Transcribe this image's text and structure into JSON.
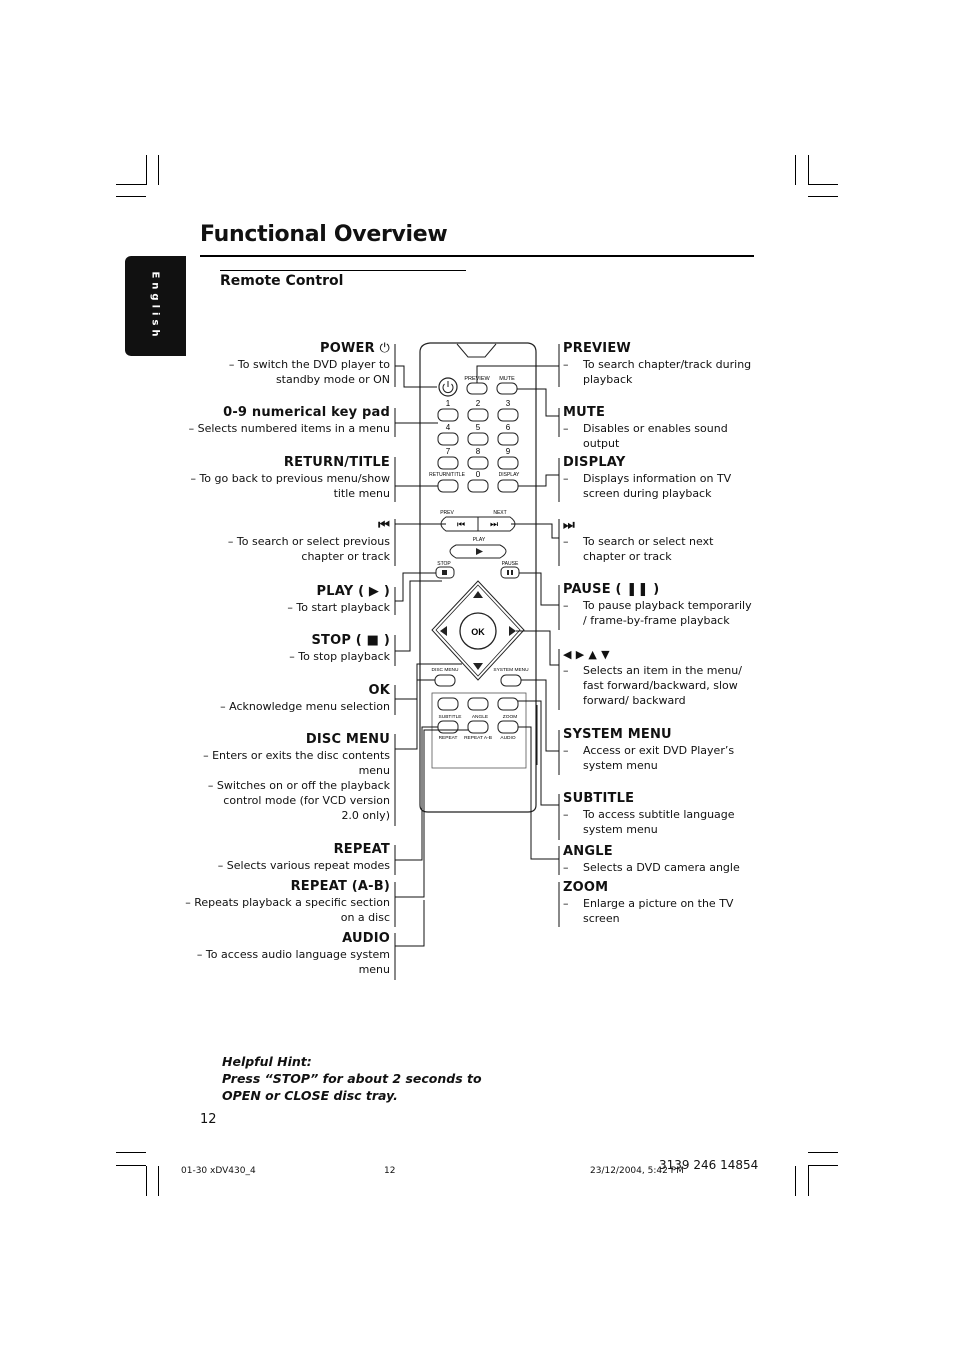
{
  "page": {
    "title": "Functional Overview",
    "section": "Remote Control",
    "language_tab": "English",
    "page_number": "12",
    "part_number": "3139 246 14854",
    "footer": {
      "left": "01-30 xDV430_4",
      "center": "12",
      "right": "23/12/2004, 5:42 PM"
    },
    "hint": {
      "title": "Helpful Hint:",
      "line1": "Press “STOP”  for about 2 seconds to",
      "line2": "OPEN or CLOSE disc tray."
    }
  },
  "left_labels": {
    "power": {
      "title": "POWER",
      "desc1": "– To switch the DVD player to",
      "desc2": "standby mode or ON"
    },
    "keypad": {
      "title": "0-9 numerical key pad",
      "desc1": "– Selects numbered items in a menu"
    },
    "return": {
      "title": "RETURN/TITLE",
      "desc1": "– To go back to previous menu/show",
      "desc2": "title menu"
    },
    "prev": {
      "title": "⏮",
      "desc1": "– To search or select previous",
      "desc2": "chapter or track"
    },
    "play": {
      "title": "PLAY ( ▶ )",
      "desc1": "– To start playback"
    },
    "stop": {
      "title": "STOP ( ■ )",
      "desc1": "– To stop playback"
    },
    "ok": {
      "title": "OK",
      "desc1": "– Acknowledge menu selection"
    },
    "disc_menu": {
      "title": "DISC MENU",
      "desc1": "– Enters or exits the disc contents",
      "desc2": "menu",
      "desc3": "– Switches on or off the playback",
      "desc4": "control mode (for VCD version",
      "desc5": "2.0 only)"
    },
    "repeat": {
      "title": "REPEAT",
      "desc1": "– Selects various repeat modes"
    },
    "repeat_ab": {
      "title": "REPEAT (A-B)",
      "desc1": "– Repeats playback a specific section",
      "desc2": "on a disc"
    },
    "audio": {
      "title": "AUDIO",
      "desc1": "– To access audio language system",
      "desc2": "menu"
    }
  },
  "right_labels": {
    "preview": {
      "title": "PREVIEW",
      "desc": "To search chapter/track during playback"
    },
    "mute": {
      "title": "MUTE",
      "desc": "Disables or enables sound output"
    },
    "display": {
      "title": "DISPLAY",
      "desc": "Displays information on TV screen during playback"
    },
    "next": {
      "title": "⏭",
      "desc": "To search or select next chapter or track"
    },
    "pause": {
      "title": "PAUSE ( ❚❚ )",
      "desc": "To pause playback temporarily / frame-by-frame playback"
    },
    "arrows": {
      "title": "◀ ▶ ▲ ▼",
      "desc": "Selects an item in the menu/ fast forward/backward, slow forward/ backward"
    },
    "system_menu": {
      "title": "SYSTEM MENU",
      "desc": "Access or exit DVD Player’s system menu"
    },
    "subtitle": {
      "title": "SUBTITLE",
      "desc": "To access subtitle language system menu"
    },
    "angle": {
      "title": "ANGLE",
      "desc": "Selects a DVD camera angle"
    },
    "zoom": {
      "title": "ZOOM",
      "desc": "Enlarge a picture on the TV screen"
    }
  },
  "remote": {
    "preview": "PREVIEW",
    "mute": "MUTE",
    "digits": [
      "1",
      "2",
      "3",
      "4",
      "5",
      "6",
      "7",
      "8",
      "9",
      "0"
    ],
    "return_title": "RETURN/TITLE",
    "display": "DISPLAY",
    "prev": "PREV",
    "next": "NEXT",
    "play": "PLAY",
    "stop": "STOP",
    "pause": "PAUSE",
    "ok": "OK",
    "disc_menu": "DISC MENU",
    "system_menu": "SYSTEM MENU",
    "subtitle": "SUBTITLE",
    "angle": "ANGLE",
    "zoom": "ZOOM",
    "repeat": "REPEAT",
    "repeat_ab": "REPEAT A-B",
    "audio": "AUDIO"
  }
}
